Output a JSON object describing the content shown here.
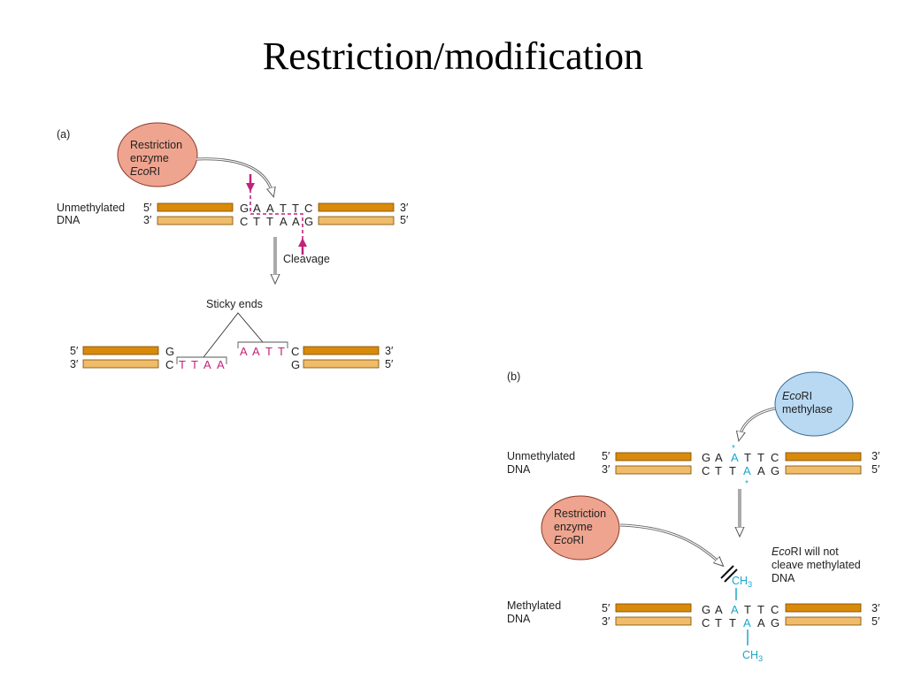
{
  "title": "Restriction/modification",
  "colors": {
    "strand_top": "#d98a0a",
    "strand_bottom": "#f0bc6a",
    "enzyme_fill": "#efa48f",
    "methylase_fill": "#b9d9f2",
    "cleavage": "#c0237a",
    "methyl": "#1aa7cc"
  },
  "panel_a": {
    "label": "(a)",
    "enzyme": {
      "line1": "Restriction",
      "line2": "enzyme",
      "line3_italic": "Eco",
      "line3_rest": "RI"
    },
    "dna_label_line1": "Unmethylated",
    "dna_label_line2": "DNA",
    "five_prime": "5′",
    "three_prime": "3′",
    "top_seq": [
      "G",
      "A",
      "A",
      "T",
      "T",
      "C"
    ],
    "bottom_seq": [
      "C",
      "T",
      "T",
      "A",
      "A",
      "G"
    ],
    "cleavage_label": "Cleavage",
    "sticky_ends_label": "Sticky ends",
    "left_fragment": {
      "top": "G",
      "bottom_base": "C",
      "overhang": [
        "T",
        "T",
        "A",
        "A"
      ]
    },
    "right_fragment": {
      "overhang": [
        "A",
        "A",
        "T",
        "T"
      ],
      "top_base": "C",
      "bottom": "G"
    }
  },
  "panel_b": {
    "label": "(b)",
    "methylase": {
      "line1_italic": "Eco",
      "line1_rest": "RI",
      "line2": "methylase"
    },
    "unmethylated_label_line1": "Unmethylated",
    "unmethylated_label_line2": "DNA",
    "methylated_label_line1": "Methylated",
    "methylated_label_line2": "DNA",
    "five_prime": "5′",
    "three_prime": "3′",
    "top_seq": [
      "G",
      "A",
      "A",
      "T",
      "T",
      "C"
    ],
    "bottom_seq": [
      "C",
      "T",
      "T",
      "A",
      "A",
      "G"
    ],
    "methyl_mark": "*",
    "enzyme": {
      "line1": "Restriction",
      "line2": "enzyme",
      "line3_italic": "Eco",
      "line3_rest": "RI"
    },
    "note": {
      "line1_italic": "Eco",
      "line1_rest": "RI will not",
      "line2": "cleave methylated",
      "line3": "DNA"
    },
    "ch3": "CH",
    "ch3_sub": "3"
  }
}
